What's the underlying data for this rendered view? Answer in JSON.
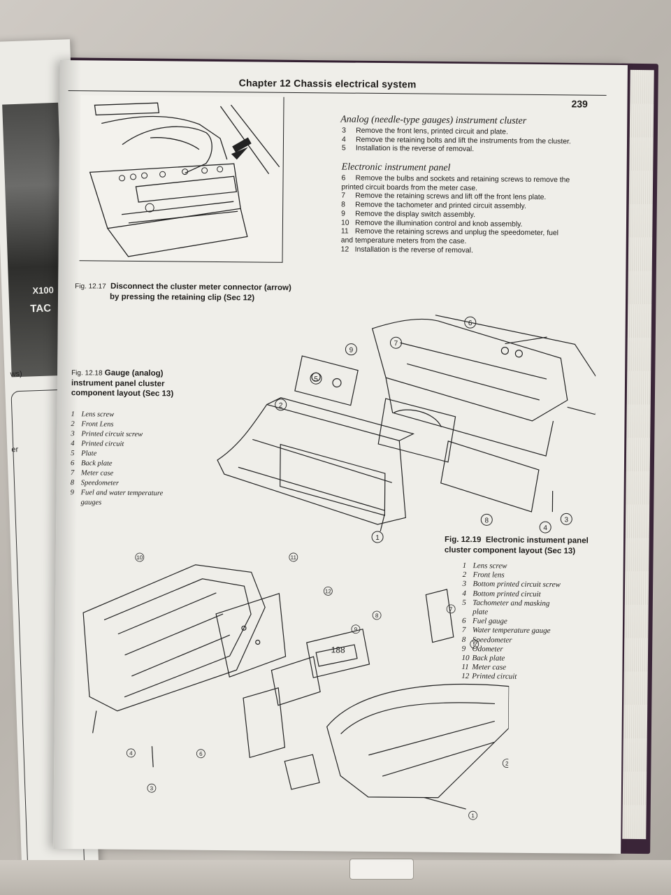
{
  "left_page": {
    "photo_marks": [
      "X100",
      "TAC"
    ],
    "caption_fragment": "ws)",
    "letter_fragment": "er"
  },
  "header": {
    "running_head": "Chapter 12 Chassis electrical system",
    "page_number": "239"
  },
  "fig_12_17": {
    "number": "Fig. 12.17",
    "caption_line1": "Disconnect the cluster meter connector (arrow)",
    "caption_line2": "by pressing the retaining clip (Sec 12)"
  },
  "analog_section": {
    "heading": "Analog (needle-type gauges) instrument cluster",
    "steps": [
      {
        "num": "3",
        "text": "Remove the front lens, printed circuit and plate."
      },
      {
        "num": "4",
        "text": "Remove the retaining bolts and lift the instruments from the cluster."
      },
      {
        "num": "5",
        "text": "Installation is the reverse of removal."
      }
    ]
  },
  "electronic_section": {
    "heading": "Electronic instrument panel",
    "steps": [
      {
        "num": "6",
        "text": "Remove the bulbs and sockets and retaining screws to remove the"
      },
      {
        "num": "",
        "text": "printed circuit boards from the meter case."
      },
      {
        "num": "7",
        "text": "Remove the retaining screws and lift off the front lens plate."
      },
      {
        "num": "8",
        "text": "Remove the tachometer and printed circuit assembly."
      },
      {
        "num": "9",
        "text": "Remove the display switch assembly."
      },
      {
        "num": "10",
        "text": "Remove the illumination control and knob assembly."
      },
      {
        "num": "11",
        "text": "Remove the retaining screws and unplug the speedometer, fuel"
      },
      {
        "num": "",
        "text": "and temperature meters from the case."
      },
      {
        "num": "12",
        "text": "Installation is the reverse of removal."
      }
    ]
  },
  "fig_12_18": {
    "number": "Fig. 12.18",
    "caption": "Gauge (analog) instrument panel cluster component layout (Sec 13)",
    "caption_lines": [
      "Gauge (analog)",
      "instrument panel cluster",
      "component layout (Sec 13)"
    ],
    "legend": [
      {
        "n": "1",
        "label": "Lens screw"
      },
      {
        "n": "2",
        "label": "Front Lens"
      },
      {
        "n": "3",
        "label": "Printed circuit screw"
      },
      {
        "n": "4",
        "label": "Printed circuit"
      },
      {
        "n": "5",
        "label": "Plate"
      },
      {
        "n": "6",
        "label": "Back plate"
      },
      {
        "n": "7",
        "label": "Meter case"
      },
      {
        "n": "8",
        "label": "Speedometer"
      },
      {
        "n": "9",
        "label": "Fuel and water temperature"
      },
      {
        "n": "",
        "label": "gauges"
      }
    ],
    "callouts": [
      "1",
      "2",
      "3",
      "4",
      "5",
      "6",
      "7",
      "8",
      "9"
    ]
  },
  "fig_12_19": {
    "number": "Fig. 12.19",
    "caption_line1": "Electronic instument panel",
    "caption_line2": "cluster component layout (Sec 13)",
    "legend": [
      {
        "n": "1",
        "label": "Lens screw"
      },
      {
        "n": "2",
        "label": "Front lens"
      },
      {
        "n": "3",
        "label": "Bottom printed circuit screw"
      },
      {
        "n": "4",
        "label": "Bottom printed circuit"
      },
      {
        "n": "5",
        "label": "Tachometer and masking"
      },
      {
        "n": "",
        "label": "plate"
      },
      {
        "n": "6",
        "label": "Fuel gauge"
      },
      {
        "n": "7",
        "label": "Water temperature gauge"
      },
      {
        "n": "8",
        "label": "Speedometer"
      },
      {
        "n": "9",
        "label": "Odometer"
      },
      {
        "n": "10",
        "label": "Back plate"
      },
      {
        "n": "11",
        "label": "Meter case"
      },
      {
        "n": "12",
        "label": "Printed circuit"
      }
    ],
    "callouts": [
      "1",
      "2",
      "3",
      "4",
      "5",
      "6",
      "7",
      "8",
      "9",
      "10",
      "11",
      "12"
    ],
    "odometer_display": "188"
  }
}
